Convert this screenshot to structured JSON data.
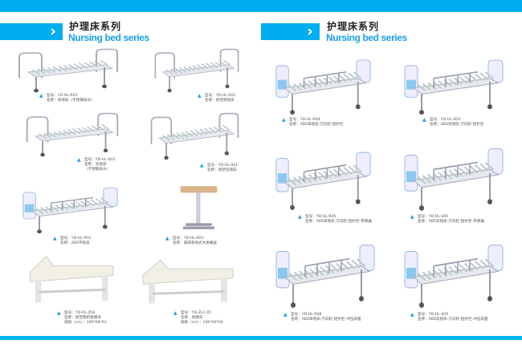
{
  "header": {
    "title_cn": "护理床系列",
    "title_en": "Nursing bed series",
    "arrow": "›"
  },
  "colors": {
    "accent": "#00aeef",
    "title_en": "#1a9fe0"
  },
  "products": [
    {
      "model": "型号：YD-HL-R03",
      "name": "名称：单摇床（不锈钢床头）",
      "spec": "",
      "kind": "metal-bed-icon"
    },
    {
      "model": "型号：YD-HL-R01",
      "name": "名称：喷塑单摇床",
      "spec": "",
      "kind": "metal-bed-icon"
    },
    {
      "model": "型号：YD-HL-S03",
      "name": "名称：双摇床",
      "spec": "（不锈钢床头）",
      "kind": "metal-bed-icon"
    },
    {
      "model": "型号：YD-HL-S01",
      "name": "名称：喷塑双摇床",
      "spec": "",
      "kind": "metal-bed-icon"
    },
    {
      "model": "型号：YD-HL-P04",
      "name": "名称：ABS平板床",
      "spec": "",
      "kind": "abs-bed-icon"
    },
    {
      "model": "型号：YD-HL-603",
      "name": "名称：病床移动式木质餐桌",
      "spec": "",
      "kind": "table-icon"
    },
    {
      "model": "型号：YD-HL-058",
      "name": "名称：喷塑两折按摩床",
      "spec": "规格（cm）：190*68*63",
      "kind": "massage-bed-icon"
    },
    {
      "model": "型号：YD-ZLC-05",
      "name": "名称：按摩床",
      "spec": "规格（cm）：190*60*60",
      "kind": "massage-bed-icon"
    },
    {
      "model": "型号：YD-HL-R04",
      "name": "名称：ABS单摇床-万向轮-铝护栏",
      "spec": "",
      "kind": "abs-bed-icon"
    },
    {
      "model": "型号：YD-HL-S04",
      "name": "名称：ABS双摇床-万向轮-铝护栏",
      "spec": "",
      "kind": "abs-bed-icon"
    },
    {
      "model": "型号：YD-HL-R05",
      "name": "名称：ABS单摇床-万向轮-铝护栏-带便器",
      "spec": "",
      "kind": "abs-bed-icon"
    },
    {
      "model": "型号：YD-HL-S06",
      "name": "名称：ABS双摇床-万向轮-铝护栏-带便器",
      "spec": "",
      "kind": "abs-bed-icon"
    },
    {
      "model": "型号：YD-HL-R08",
      "name": "名称：ABS单摇床-万向轮-铝护栏-冲压床面",
      "spec": "",
      "kind": "abs-bed-icon"
    },
    {
      "model": "型号：YD-HL-S09",
      "name": "名称：ABS双摇床-万向轮-铝护栏-冲压床面",
      "spec": "",
      "kind": "abs-bed-icon"
    }
  ]
}
